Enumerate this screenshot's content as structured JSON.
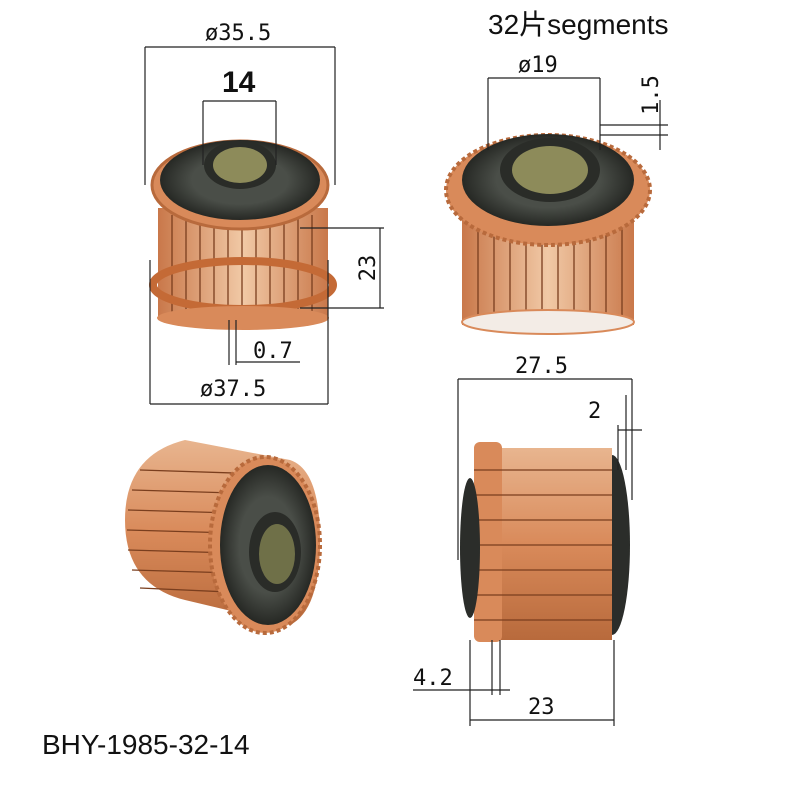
{
  "heading": "32片segments",
  "model": "BHY-1985-32-14",
  "dimensions": {
    "top_diameter": "ø35.5",
    "bore": "14",
    "height_left": "23",
    "gap": "0.7",
    "bottom_diameter": "ø37.5",
    "inner_diameter": "ø19",
    "ring_thickness": "1.5",
    "side_width": "27.5",
    "side_step": "2",
    "hook_length": "4.2",
    "side_length": "23"
  },
  "colors": {
    "copper": "#d98a5a",
    "insulator": "#3a3d38",
    "core": "#8d8b5a",
    "mica": "#f3ece6"
  }
}
